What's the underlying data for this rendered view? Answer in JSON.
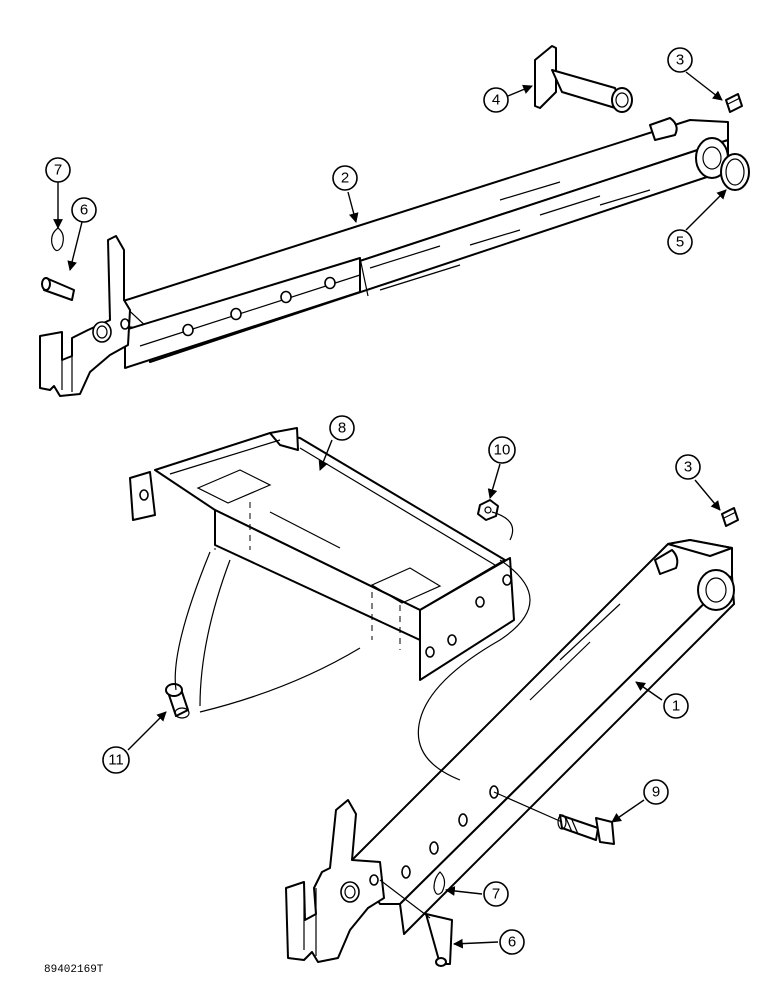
{
  "reference_code": "89402169T",
  "callouts": [
    {
      "id": "c1",
      "label": "1"
    },
    {
      "id": "c2",
      "label": "2"
    },
    {
      "id": "c3a",
      "label": "3"
    },
    {
      "id": "c3b",
      "label": "3"
    },
    {
      "id": "c4",
      "label": "4"
    },
    {
      "id": "c5",
      "label": "5"
    },
    {
      "id": "c6a",
      "label": "6"
    },
    {
      "id": "c6b",
      "label": "6"
    },
    {
      "id": "c7a",
      "label": "7"
    },
    {
      "id": "c7b",
      "label": "7"
    },
    {
      "id": "c8",
      "label": "8"
    },
    {
      "id": "c9",
      "label": "9"
    },
    {
      "id": "c10",
      "label": "10"
    },
    {
      "id": "c11",
      "label": "11"
    }
  ]
}
